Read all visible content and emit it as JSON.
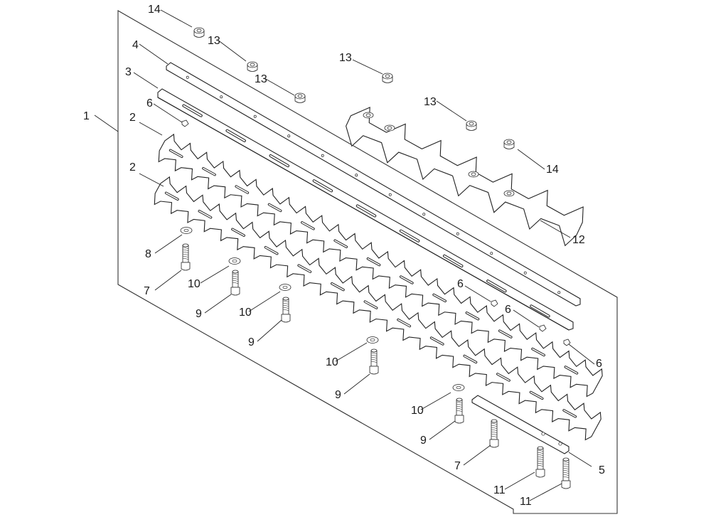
{
  "figure": {
    "callouts": [
      {
        "id": "c1",
        "label": "1"
      },
      {
        "id": "c2a",
        "label": "2"
      },
      {
        "id": "c2b",
        "label": "2"
      },
      {
        "id": "c3",
        "label": "3"
      },
      {
        "id": "c4",
        "label": "4"
      },
      {
        "id": "c5",
        "label": "5"
      },
      {
        "id": "c6a",
        "label": "6"
      },
      {
        "id": "c6b",
        "label": "6"
      },
      {
        "id": "c6c",
        "label": "6"
      },
      {
        "id": "c6d",
        "label": "6"
      },
      {
        "id": "c7a",
        "label": "7"
      },
      {
        "id": "c7b",
        "label": "7"
      },
      {
        "id": "c8",
        "label": "8"
      },
      {
        "id": "c9a",
        "label": "9"
      },
      {
        "id": "c9b",
        "label": "9"
      },
      {
        "id": "c9c",
        "label": "9"
      },
      {
        "id": "c9d",
        "label": "9"
      },
      {
        "id": "c10a",
        "label": "10"
      },
      {
        "id": "c10b",
        "label": "10"
      },
      {
        "id": "c10c",
        "label": "10"
      },
      {
        "id": "c10d",
        "label": "10"
      },
      {
        "id": "c11a",
        "label": "11"
      },
      {
        "id": "c11b",
        "label": "11"
      },
      {
        "id": "c12",
        "label": "12"
      },
      {
        "id": "c13a",
        "label": "13"
      },
      {
        "id": "c13b",
        "label": "13"
      },
      {
        "id": "c13c",
        "label": "13"
      },
      {
        "id": "c13d",
        "label": "13"
      },
      {
        "id": "c14a",
        "label": "14"
      },
      {
        "id": "c14b",
        "label": "14"
      }
    ]
  }
}
